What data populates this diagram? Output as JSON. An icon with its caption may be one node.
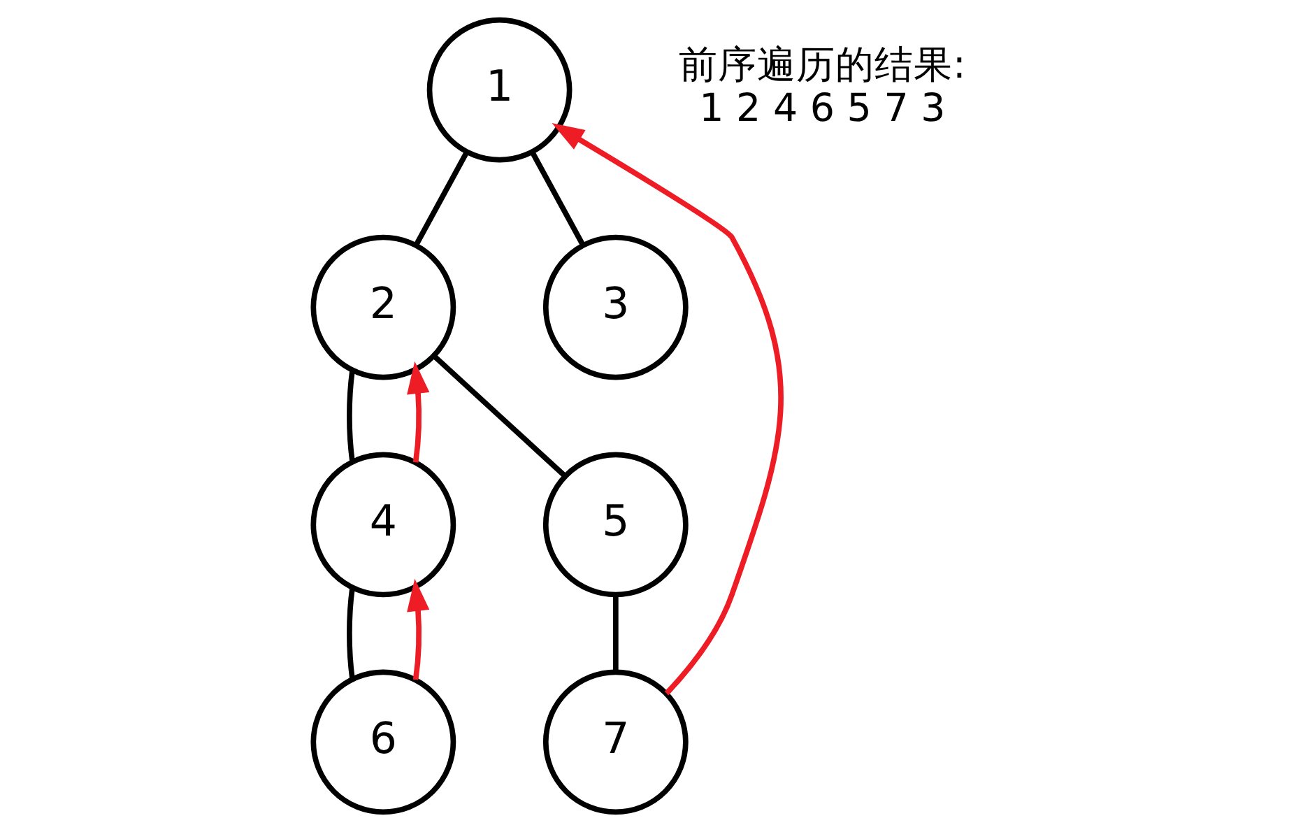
{
  "diagram": {
    "nodes": [
      {
        "text": [
          "1"
        ]
      },
      {
        "text": [
          "2"
        ]
      },
      {
        "text": [
          "3"
        ]
      },
      {
        "text": [
          "4"
        ]
      },
      {
        "text": [
          "5"
        ]
      },
      {
        "text": [
          "6"
        ]
      },
      {
        "text": [
          "7"
        ]
      }
    ],
    "edges": [
      {
        "from": 0,
        "to": 1,
        "arrow": "none"
      },
      {
        "from": 0,
        "to": 2,
        "arrow": "none"
      },
      {
        "from": 1,
        "to": 3,
        "arrow": "none"
      },
      {
        "from": 1,
        "to": 4,
        "arrow": "none"
      },
      {
        "from": 3,
        "to": 5,
        "arrow": "none"
      },
      {
        "from": 4,
        "to": 6,
        "arrow": "none"
      },
      {
        "from": 5,
        "to": 3,
        "arrow": "to",
        "color": "#ee1c24"
      },
      {
        "from": 3,
        "to": 1,
        "arrow": "to",
        "color": "#ee1c24"
      },
      {
        "from": 6,
        "to": 0,
        "arrow": "to",
        "color": "#ee1c24"
      }
    ],
    "labels": [
      "前序遍历的结果:",
      "1 2 4 6 5 7 3"
    ]
  }
}
